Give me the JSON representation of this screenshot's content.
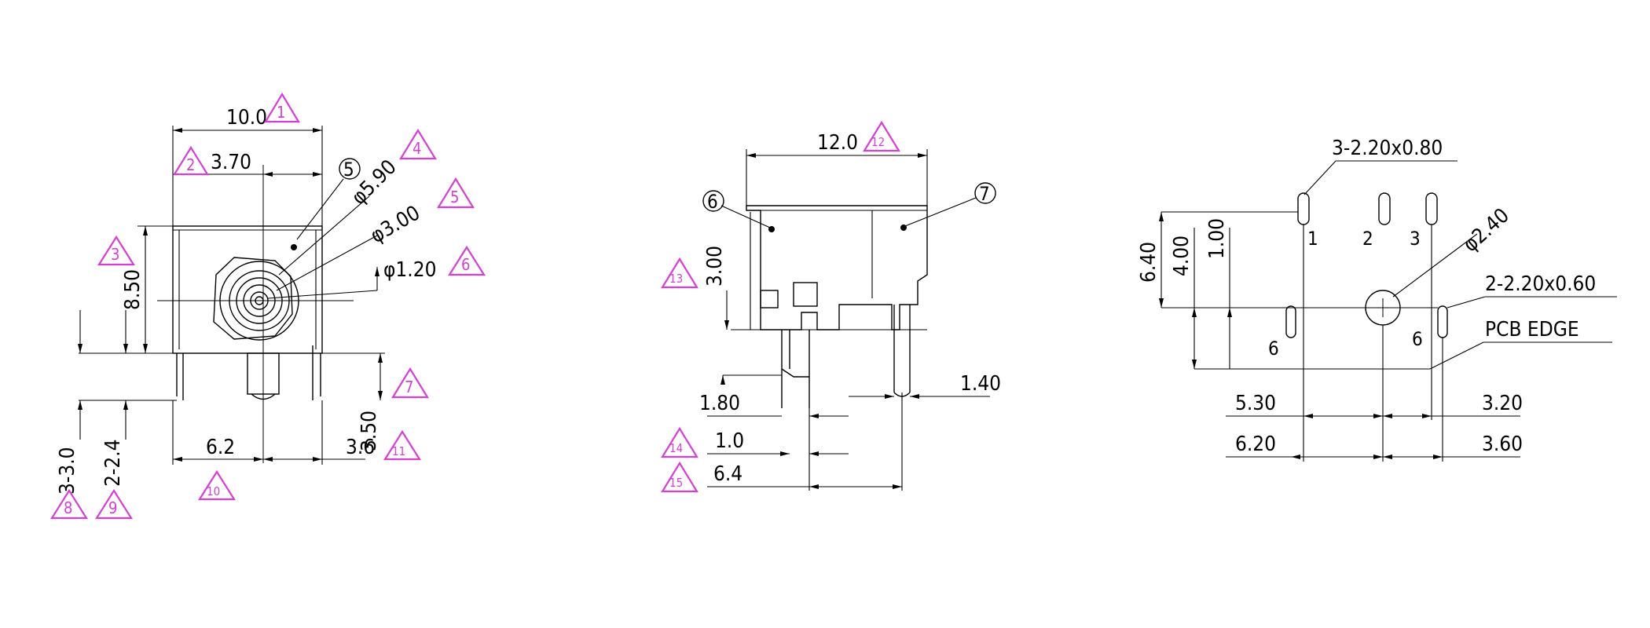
{
  "views": {
    "front": {
      "dims": {
        "width": "10.0",
        "center_offset": "3.70",
        "height": "8.50",
        "pin_span_left": "6.2",
        "pin_span_right": "3.6",
        "pin_height": "3.50",
        "pin_a": "3-3.0",
        "pin_b": "2-2.4"
      },
      "diameters": [
        "φ5.90",
        "φ3.00",
        "φ1.20"
      ],
      "balloon": "5",
      "triangles": [
        "1",
        "2",
        "3",
        "4",
        "5",
        "6",
        "7",
        "8",
        "9",
        "10",
        "11"
      ]
    },
    "side": {
      "dims": {
        "width": "12.0",
        "height": "3.00",
        "pin_w1": "1.80",
        "pin_w2": "1.0",
        "pin_span": "6.4",
        "pin_right": "1.40"
      },
      "balloons": [
        "6",
        "7"
      ],
      "triangles": [
        "12",
        "13",
        "14",
        "15"
      ]
    },
    "pcb": {
      "dims": {
        "slots_top": "3-2.20x0.80",
        "hole": "φ2.40",
        "slots_side": "2-2.20x0.60",
        "edge": "PCB EDGE",
        "h1": "6.40",
        "h2": "4.00",
        "h3": "1.00",
        "x1": "5.30",
        "x2": "6.20",
        "x3": "3.20",
        "x4": "3.60"
      },
      "pins": [
        "1",
        "2",
        "3",
        "6",
        "6"
      ]
    }
  }
}
